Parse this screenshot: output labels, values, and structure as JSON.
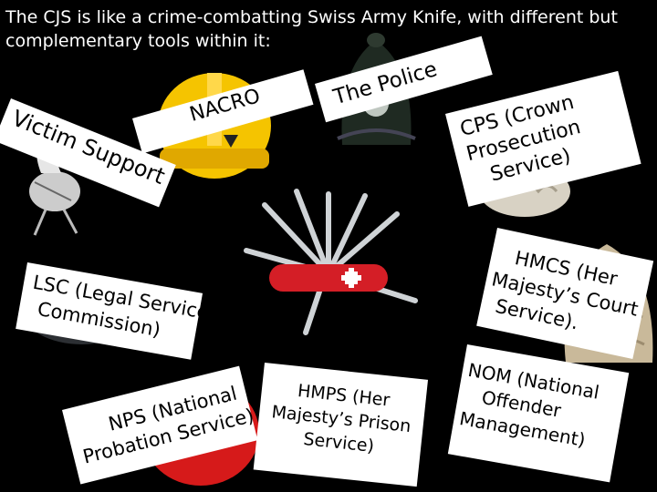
{
  "intro": "The CJS is like a crime-combatting Swiss Army Knife, with different but complementary tools within it:",
  "labels": {
    "victim_support": [
      "Victim Support"
    ],
    "nacro": [
      "NACRO"
    ],
    "police": [
      "The Police"
    ],
    "cps": [
      "CPS (Crown",
      "Prosecution",
      "Service)"
    ],
    "lsc": [
      "LSC (Legal Services",
      "Commission)"
    ],
    "hmcs": [
      "HMCS (Her",
      "Majesty’s Court",
      "Service)."
    ],
    "nps": [
      "NPS (National",
      "Probation Service)"
    ],
    "hmps": [
      "HMPS (Her",
      "Majesty’s Prison",
      "Service)"
    ],
    "nom": [
      "NOM (National",
      "Offender",
      "Management)"
    ]
  },
  "icons": {
    "hard_hat": "yellow-hard-hat-icon",
    "police_helmet": "police-helmet-icon",
    "wig_cps": "barrister-wig-icon",
    "bird": "bird-icon",
    "knife": "swiss-army-knife-icon",
    "wig_court": "judge-wig-icon",
    "black_helmet": "black-helmet-icon",
    "red_helmet": "red-helmet-icon"
  },
  "colors": {
    "background": "#000000",
    "card": "#ffffff",
    "knife_red": "#d41e26",
    "hat_yellow": "#f5c400"
  }
}
